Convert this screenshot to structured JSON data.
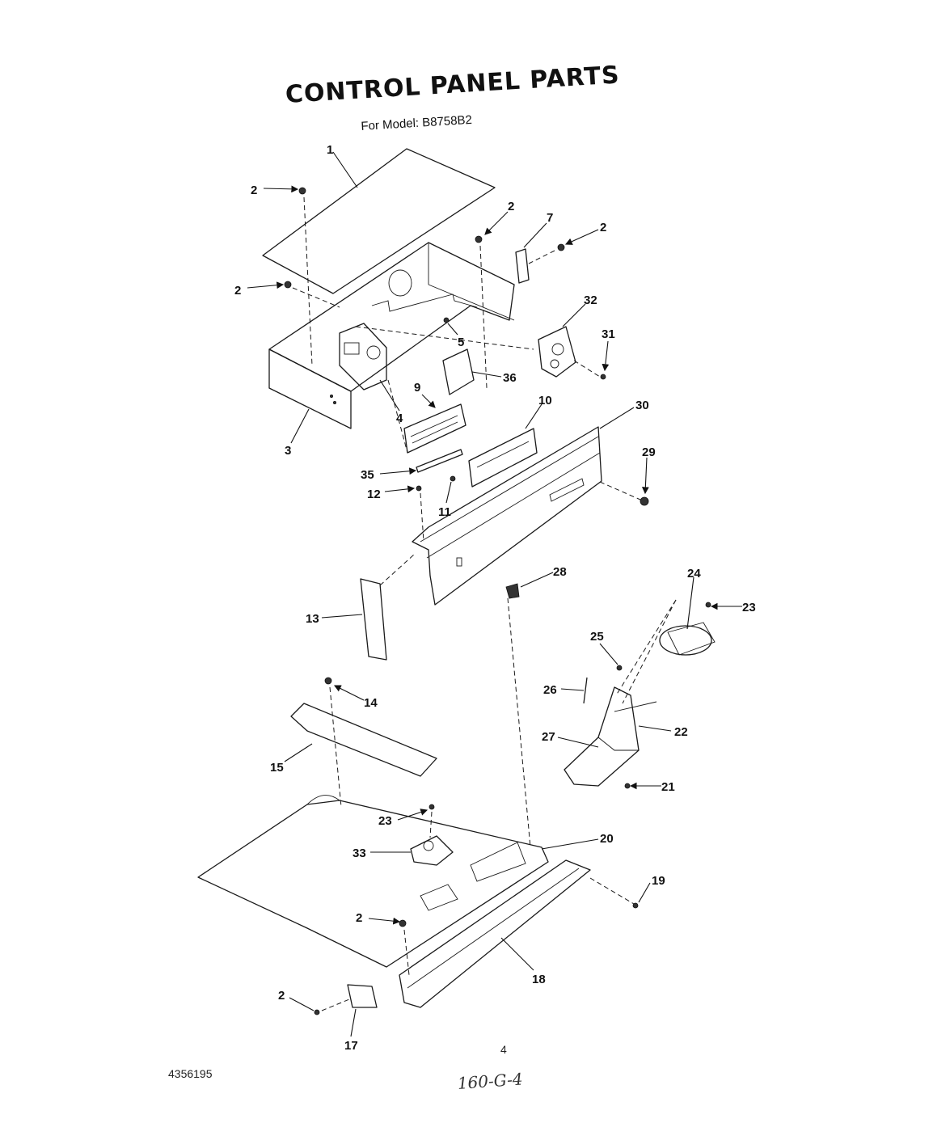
{
  "header": {
    "title": "CONTROL PANEL PARTS",
    "subtitle": "For Model: B8758B2"
  },
  "footer": {
    "document_number": "4356195",
    "page_number": "4",
    "handwritten_note": "160-G-4"
  },
  "callouts": [
    "1",
    "2",
    "2",
    "2",
    "7",
    "2",
    "32",
    "31",
    "5",
    "36",
    "4",
    "3",
    "9",
    "10",
    "30",
    "29",
    "35",
    "12",
    "11",
    "28",
    "13",
    "24",
    "23",
    "25",
    "26",
    "22",
    "27",
    "21",
    "14",
    "15",
    "23",
    "20",
    "33",
    "19",
    "2",
    "18",
    "2",
    "17"
  ]
}
